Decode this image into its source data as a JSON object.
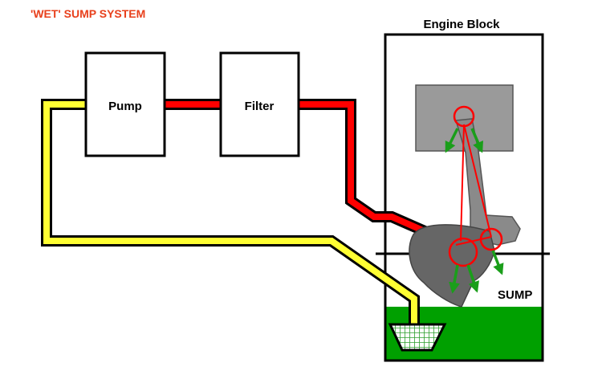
{
  "title": "'WET' SUMP SYSTEM",
  "labels": {
    "engine_block": "Engine Block",
    "pump": "Pump",
    "filter": "Filter",
    "sump": "SUMP"
  },
  "colors": {
    "title": "#e8401c",
    "pressure_line": "#ff0000",
    "suction_line": "#ffff33",
    "pipe_outline": "#000000",
    "oil": "#00a000",
    "oil_flow_arrows": "#1a9e1a",
    "engine_parts": "#8a8a8a",
    "strainer_mesh": "#2e9e2e"
  },
  "icons": {
    "strainer": "strainer-basket-icon",
    "flow_arrow": "green-arrow-icon"
  }
}
